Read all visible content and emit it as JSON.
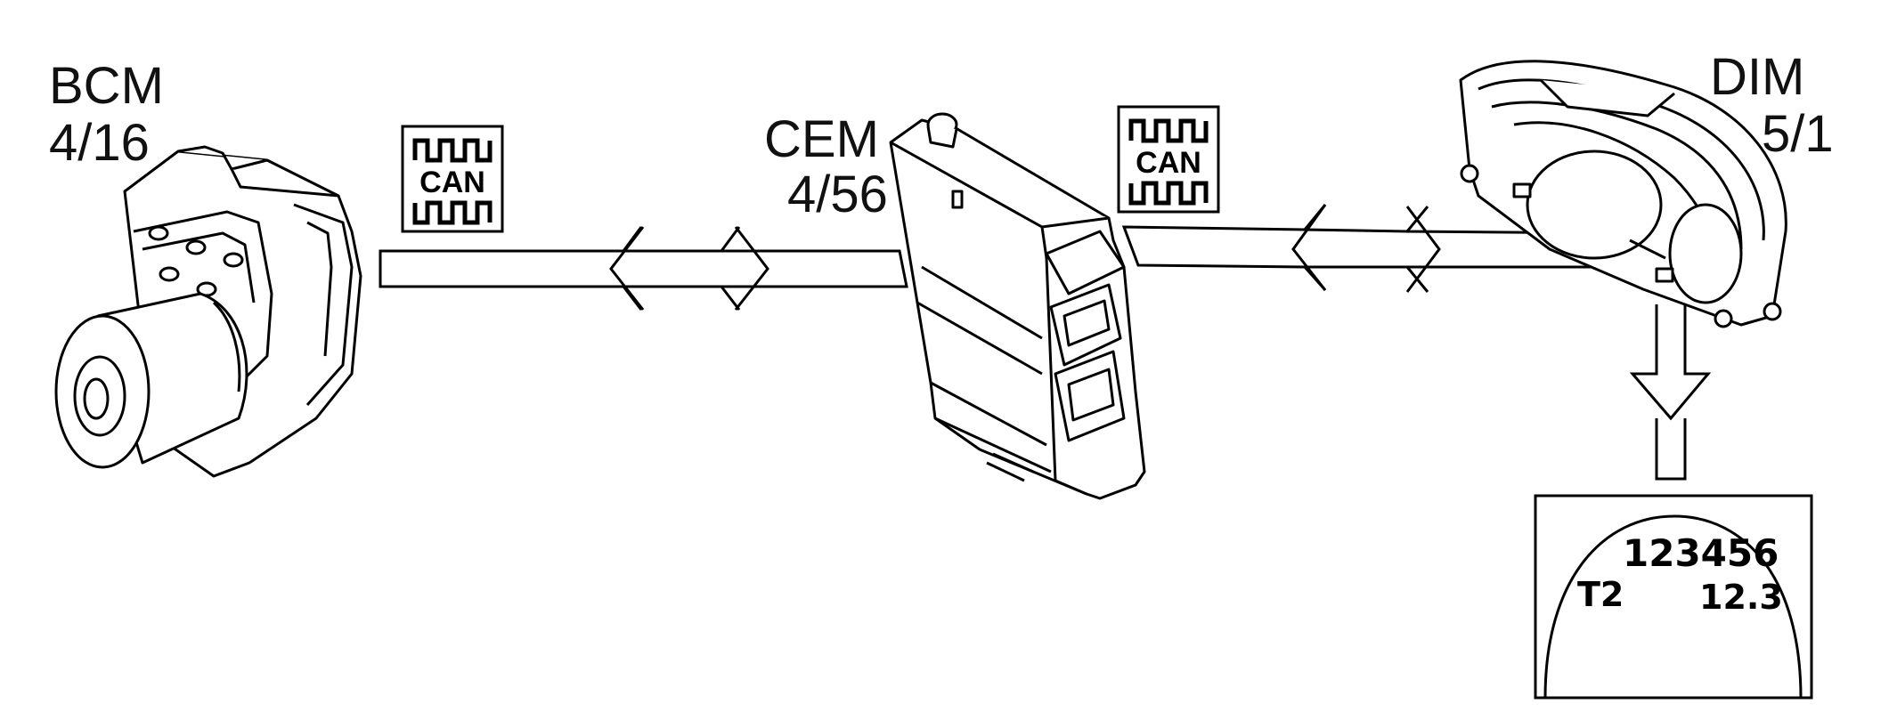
{
  "modules": {
    "bcm": {
      "name": "BCM",
      "code": "4/16"
    },
    "cem": {
      "name": "CEM",
      "code": "4/56"
    },
    "dim": {
      "name": "DIM",
      "code": "5/1"
    }
  },
  "bus_labels": {
    "left": "CAN",
    "right": "CAN"
  },
  "display": {
    "odometer": "123456",
    "trip_label": "T2",
    "trip_value": "12.3"
  }
}
